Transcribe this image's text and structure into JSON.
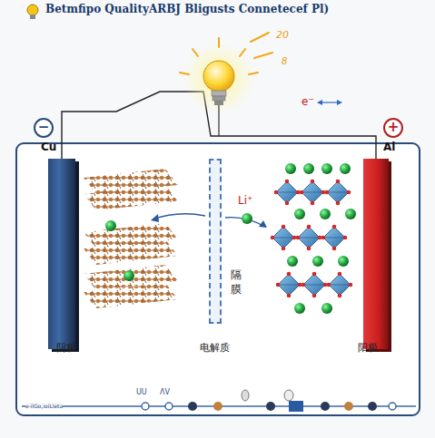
{
  "diagram": {
    "title": "Betmfipo QualityARBJ Bligusts Connetecef Pl)",
    "nodes": [
      {
        "text": [
          "−"
        ]
      },
      {
        "text": [
          "+"
        ]
      },
      {
        "text": [
          "Cu"
        ]
      },
      {
        "text": [
          "隔膜"
        ]
      },
      {
        "text": [
          "Al"
        ]
      }
    ],
    "edges": [
      {
        "from": 2,
        "to": 4,
        "arrow": "none"
      }
    ],
    "labels": [
      "20",
      "8",
      "e⁻",
      "Li⁺",
      "阴极",
      "电解质",
      "阳极",
      "e-ilGo,ioiLleta",
      "UU",
      "ΛV"
    ]
  }
}
